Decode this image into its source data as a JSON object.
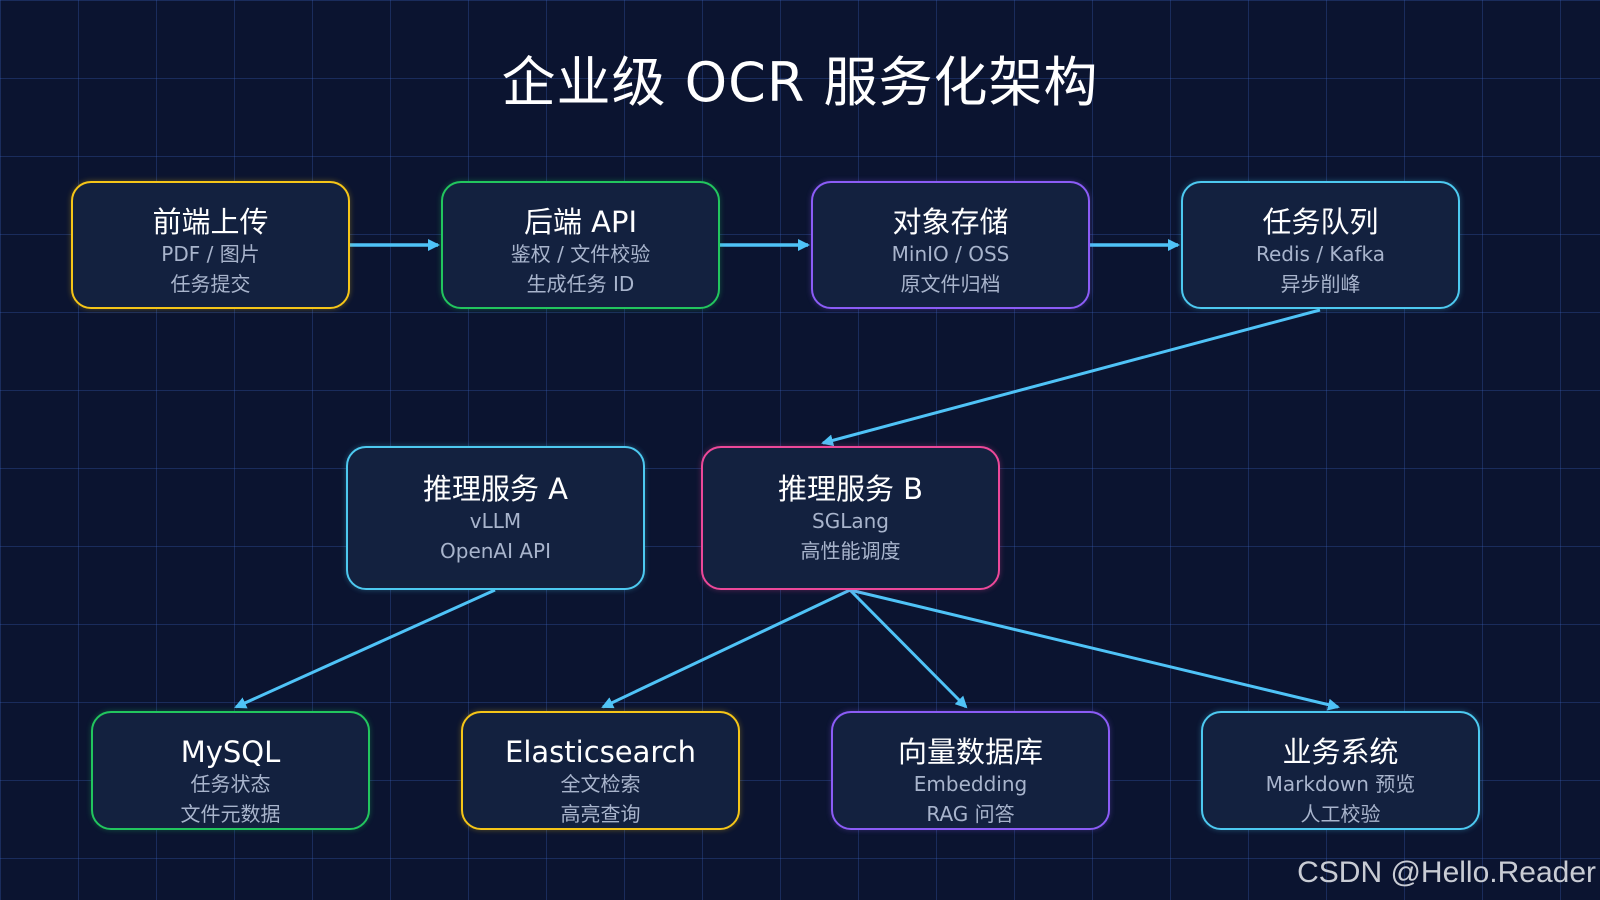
{
  "title": "企业级 OCR 服务化架构",
  "watermark": "CSDN @Hello.Reader",
  "colors": {
    "background": "#0b1430",
    "box_fill": "#13213f",
    "arrow": "#4fc3f7",
    "yellow": "#f5c518",
    "green": "#22c55e",
    "purple": "#8b5cf6",
    "cyan": "#4dc9f0",
    "pink": "#ec4899"
  },
  "nodes": {
    "frontend": {
      "title": "前端上传",
      "line1": "PDF / 图片",
      "line2": "任务提交",
      "color": "#f5c518"
    },
    "backend": {
      "title": "后端 API",
      "line1": "鉴权 / 文件校验",
      "line2": "生成任务 ID",
      "color": "#22c55e"
    },
    "storage": {
      "title": "对象存储",
      "line1": "MinIO / OSS",
      "line2": "原文件归档",
      "color": "#8b5cf6"
    },
    "queue": {
      "title": "任务队列",
      "line1": "Redis / Kafka",
      "line2": "异步削峰",
      "color": "#4dc9f0"
    },
    "infer_a": {
      "title": "推理服务 A",
      "line1": "vLLM",
      "line2": "OpenAI API",
      "color": "#4dc9f0"
    },
    "infer_b": {
      "title": "推理服务 B",
      "line1": "SGLang",
      "line2": "高性能调度",
      "color": "#ec4899"
    },
    "mysql": {
      "title": "MySQL",
      "line1": "任务状态",
      "line2": "文件元数据",
      "color": "#22c55e"
    },
    "es": {
      "title": "Elasticsearch",
      "line1": "全文检索",
      "line2": "高亮查询",
      "color": "#f5c518"
    },
    "vector": {
      "title": "向量数据库",
      "line1": "Embedding",
      "line2": "RAG 问答",
      "color": "#8b5cf6"
    },
    "biz": {
      "title": "业务系统",
      "line1": "Markdown 预览",
      "line2": "人工校验",
      "color": "#4dc9f0"
    }
  },
  "edges": [
    {
      "from": "frontend",
      "to": "backend"
    },
    {
      "from": "backend",
      "to": "storage"
    },
    {
      "from": "storage",
      "to": "queue"
    },
    {
      "from": "queue",
      "to": "infer_b"
    },
    {
      "from": "infer_a",
      "to": "mysql"
    },
    {
      "from": "infer_b",
      "to": "es"
    },
    {
      "from": "infer_b",
      "to": "vector"
    },
    {
      "from": "infer_b",
      "to": "biz"
    }
  ]
}
